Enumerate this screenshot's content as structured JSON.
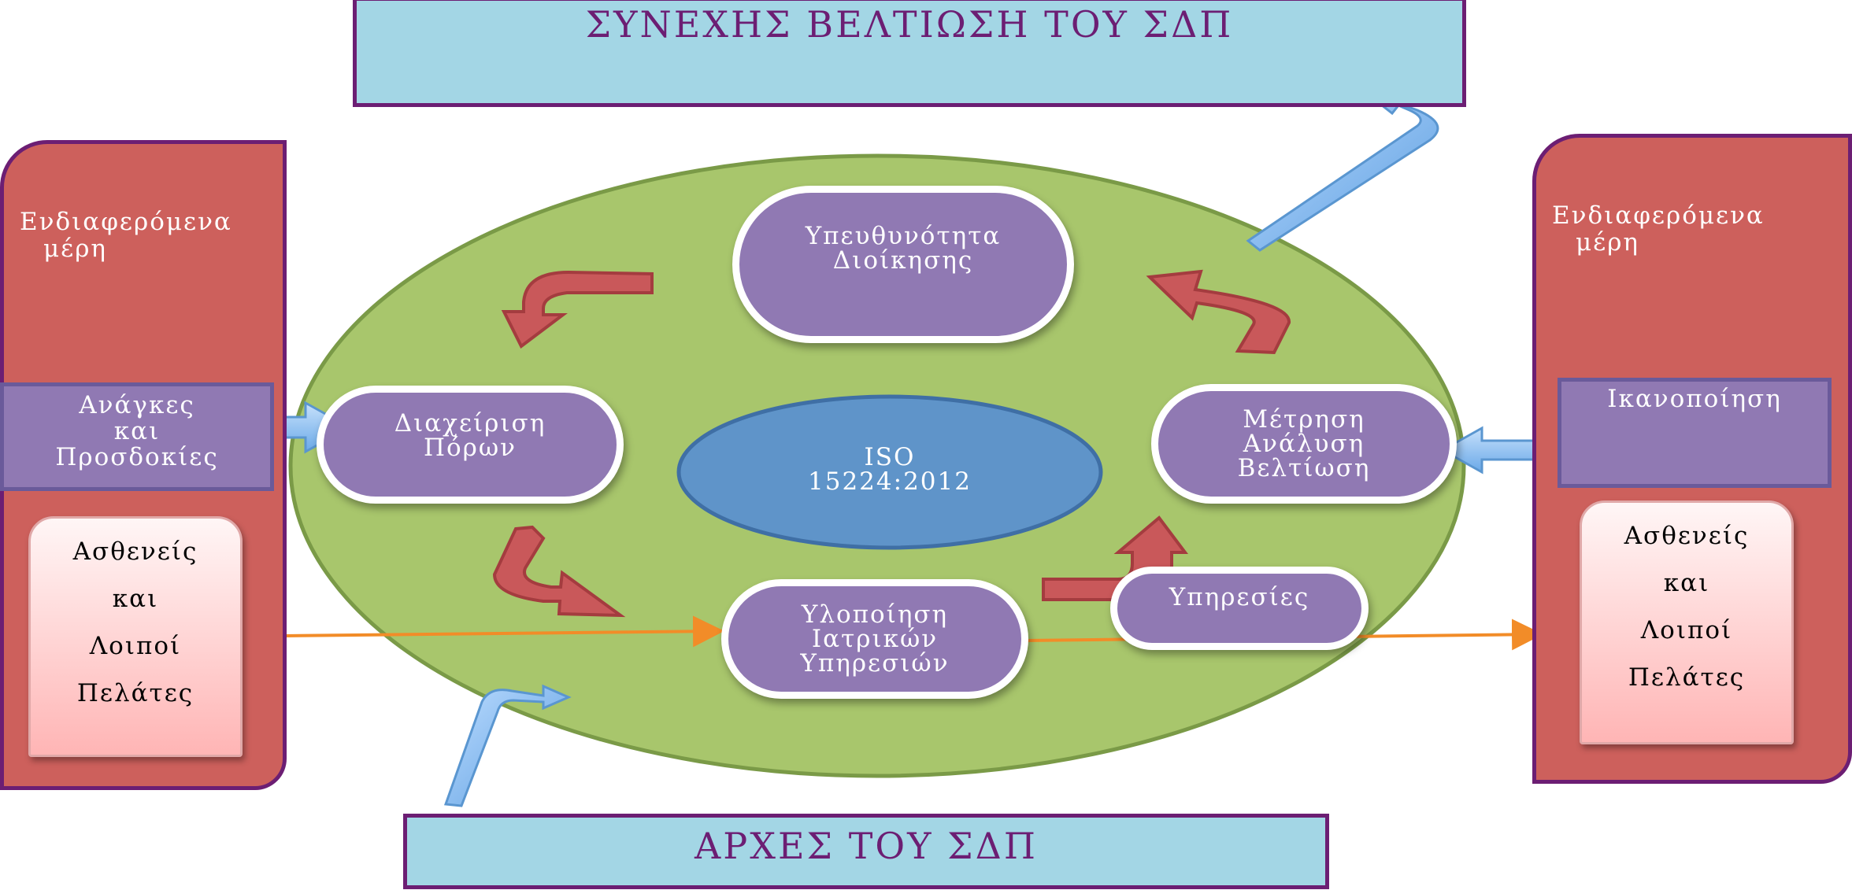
{
  "banners": {
    "top": "ΣΥΝΕΧΗΣ ΒΕΛΤΙΩΣΗ ΤΟΥ ΣΔΠ",
    "bottom": "ΑΡΧΕΣ ΤΟΥ ΣΔΠ"
  },
  "left_panel": {
    "title_line1": "Ενδιαφερόμενα",
    "title_line2": "μέρη",
    "label_line1": "Ανάγκες",
    "label_line2": "και",
    "label_line3": "Προσδοκίες",
    "card": [
      "Ασθενείς",
      "και",
      "Λοιποί",
      "Πελάτες"
    ]
  },
  "right_panel": {
    "title_line1": "Ενδιαφερόμενα",
    "title_line2": "μέρη",
    "label": "Ικανοποίηση",
    "card": [
      "Ασθενείς",
      "και",
      "Λοιποί",
      "Πελάτες"
    ]
  },
  "center": {
    "iso_line1": "ISO",
    "iso_line2": "15224:2012"
  },
  "nodes": {
    "management": [
      "Υπευθυνότητα",
      "Διοίκησης"
    ],
    "resources": [
      "Διαχείριση",
      "Πόρων"
    ],
    "measurement": [
      "Μέτρηση",
      "Ανάλυση",
      "Βελτίωση"
    ],
    "implementation": [
      "Υλοποίηση",
      "Ιατρικών",
      "Υπηρεσιών"
    ],
    "services": "Υπηρεσίες"
  },
  "colors": {
    "banner_fill": "#a3d6e5",
    "banner_border": "#6c1e73",
    "side_panel": "#cd605c",
    "ellipse_fill": "#a8c66c",
    "pill_fill": "#9079b3",
    "iso_fill": "#5f94c9",
    "cycle_arrow": "#c9585a",
    "flow_line": "#f28c28",
    "blue_arrow": "#7ab3ea"
  }
}
